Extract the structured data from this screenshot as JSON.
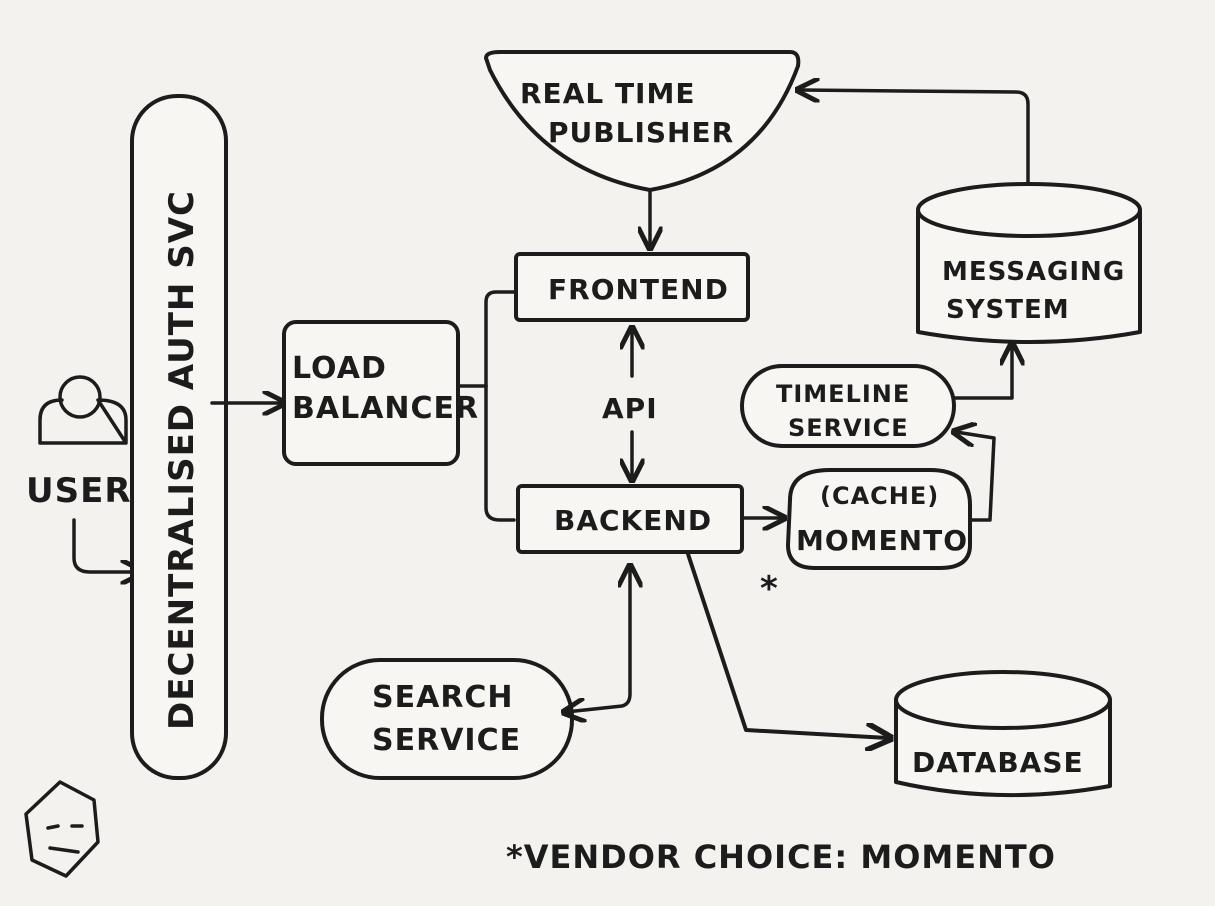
{
  "nodes": {
    "user": "USER",
    "auth": "DECENTRALISED AUTH SVC",
    "load_balancer": [
      "LOAD",
      "BALANCER"
    ],
    "publisher": [
      "REAL TIME",
      "PUBLISHER"
    ],
    "frontend": "FRONTEND",
    "api": "API",
    "backend": "BACKEND",
    "messaging": [
      "MESSAGING",
      "SYSTEM"
    ],
    "timeline": [
      "TIMELINE",
      "SERVICE"
    ],
    "cache": [
      "(CACHE)",
      "MOMENTO"
    ],
    "cache_note": "*",
    "search": [
      "SEARCH",
      "SERVICE"
    ],
    "database": "DATABASE"
  },
  "footnote": "*VENDOR CHOICE: MOMENTO",
  "colors": {
    "ink": "#1c1c1c",
    "paper": "#f4f2ee",
    "border": "#d9d3c8"
  },
  "icons": {
    "user": "person-icon",
    "face": "face-doodle-icon"
  }
}
